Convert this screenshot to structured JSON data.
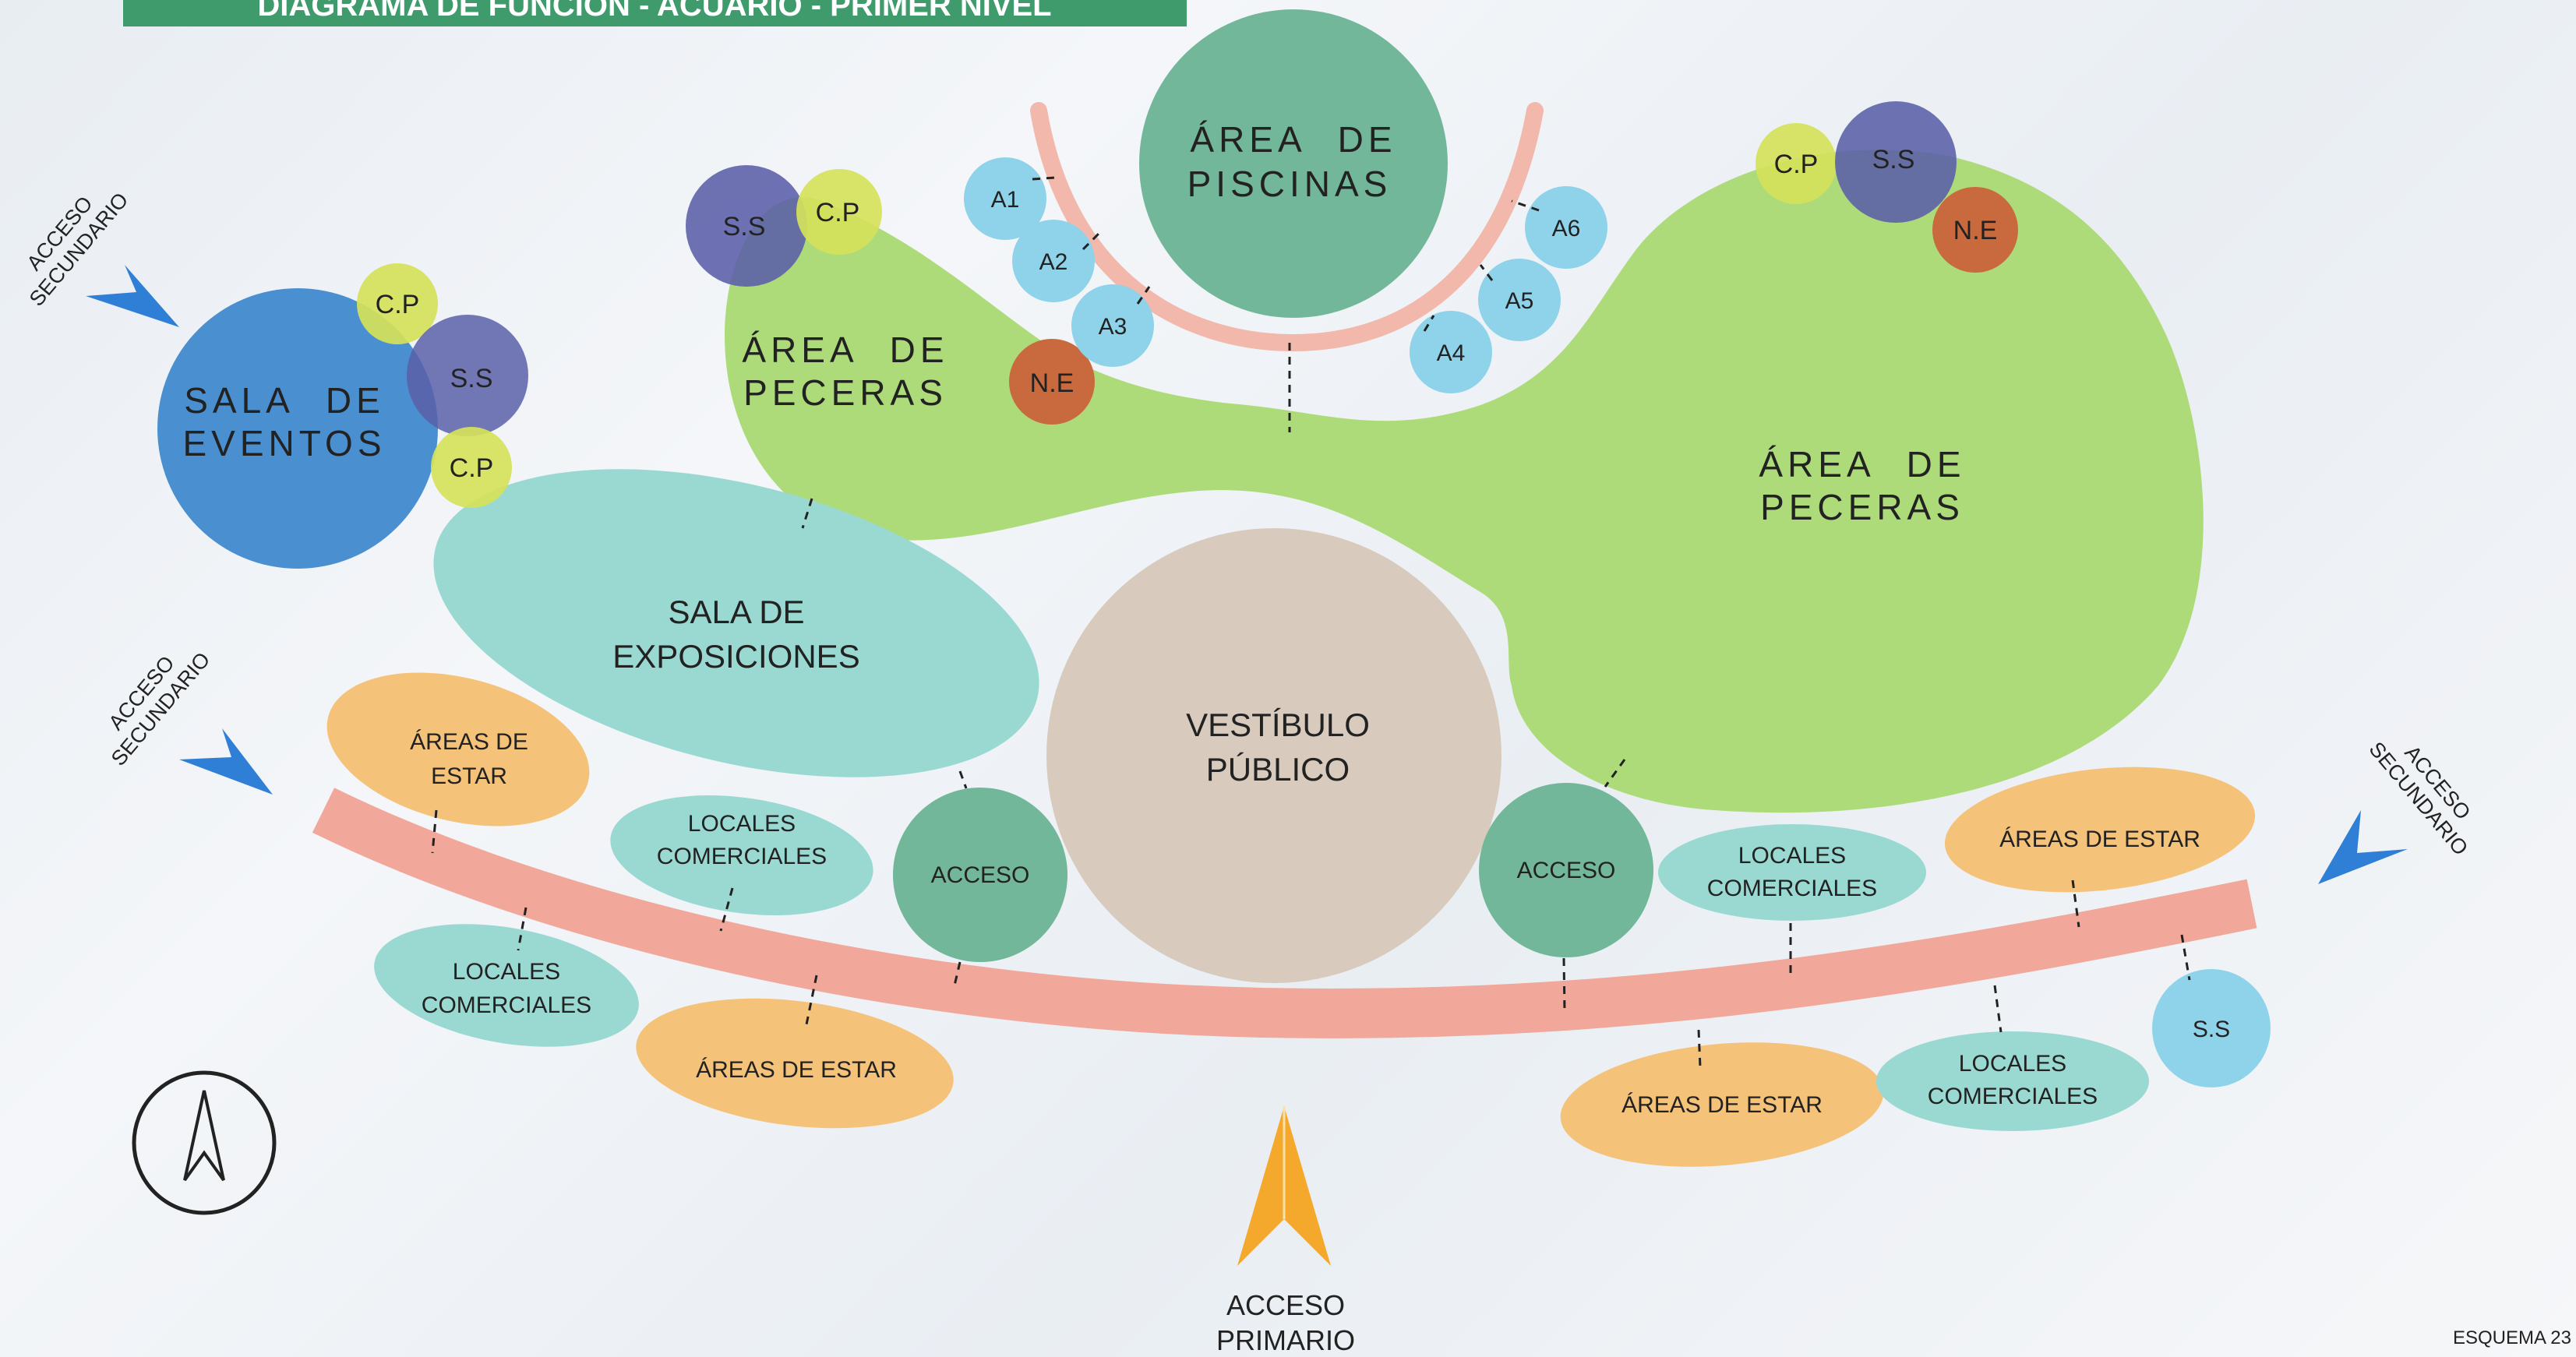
{
  "title": "DIAGRAMA DE FUNCIÓN - ACUARIO - PRIMER NIVEL",
  "scheme": "ESQUEMA 23",
  "areas": {
    "piscinas": [
      "ÁREA",
      "DE",
      "PISCINAS"
    ],
    "peceras_left": [
      "ÁREA",
      "DE",
      "PECERAS"
    ],
    "peceras_right": [
      "ÁREA",
      "DE",
      "PECERAS"
    ],
    "sala_eventos": [
      "SALA",
      "DE",
      "EVENTOS"
    ],
    "sala_exposiciones": [
      "SALA DE",
      "EXPOSICIONES"
    ],
    "vestibulo": [
      "VESTÍBULO",
      "PÚBLICO"
    ]
  },
  "small": {
    "ss": "S.S",
    "cp": "C.P",
    "ne": "N.E",
    "acceso": "ACCESO",
    "a1": "A1",
    "a2": "A2",
    "a3": "A3",
    "a4": "A4",
    "a5": "A5",
    "a6": "A6"
  },
  "ellipses": {
    "areas_estar_2": [
      "ÁREAS DE",
      "ESTAR"
    ],
    "areas_estar_1": "ÁREAS DE ESTAR",
    "locales": [
      "LOCALES",
      "COMERCIALES"
    ]
  },
  "access": {
    "secundario": [
      "ACCESO",
      "SECUNDARIO"
    ],
    "primario": [
      "ACCESO",
      "PRIMARIO"
    ]
  },
  "colors": {
    "title_bar": "#3f9a6c",
    "green_zone": "#addb7a",
    "pool": "#72b79a",
    "teal": "#9ad9d2",
    "vestibule": "#d8cbbd",
    "blue": "#4a90d1",
    "purple": "#5a5fa8",
    "yellow": "#d5e25a",
    "rust": "#c96a3e",
    "lightblue": "#8fd3ea",
    "orange": "#f5c27a",
    "salmon": "#f1a79a",
    "accent_blue": "#2f7fd6",
    "accent_orange": "#f5a92c"
  }
}
